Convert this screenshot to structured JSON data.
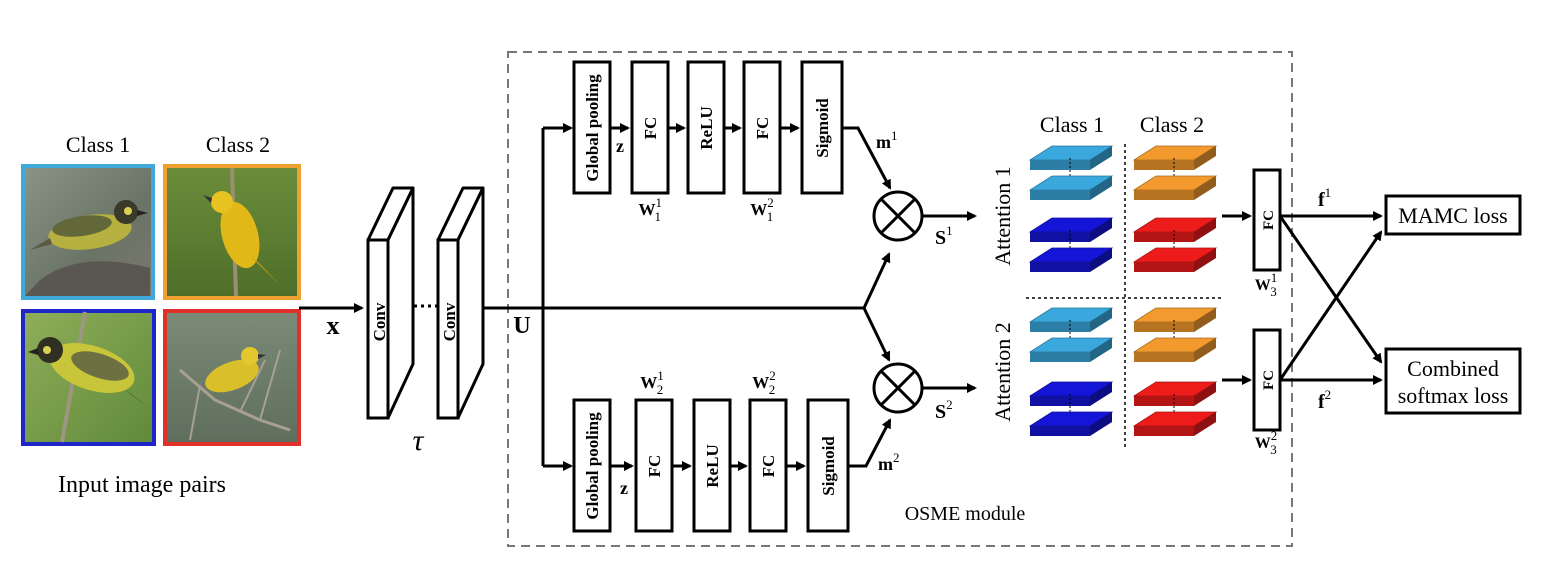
{
  "input": {
    "class1_label": "Class 1",
    "class2_label": "Class 2",
    "caption": "Input image pairs",
    "frame_colors": [
      "#3fa9dc",
      "#f0a030",
      "#1f26c8",
      "#e0302a"
    ]
  },
  "backbone": {
    "x_label": "x",
    "conv1": "Conv",
    "conv2": "Conv",
    "tau": "τ",
    "u_label": "U"
  },
  "osme": {
    "module_label": "OSME module",
    "top": {
      "global_pooling": "Global pooling",
      "z": "z",
      "fc1": "FC",
      "w1_base": "W",
      "w1_sup": "1",
      "w1_sub": "1",
      "relu": "ReLU",
      "fc2": "FC",
      "w2_base": "W",
      "w2_sup": "2",
      "w2_sub": "1",
      "sigmoid": "Sigmoid",
      "m_base": "m",
      "m_sup": "1",
      "s_base": "S",
      "s_sup": "1"
    },
    "bottom": {
      "global_pooling": "Global pooling",
      "z": "z",
      "fc1": "FC",
      "w1_base": "W",
      "w1_sup": "1",
      "w1_sub": "2",
      "relu": "ReLU",
      "fc2": "FC",
      "w2_base": "W",
      "w2_sup": "2",
      "w2_sub": "2",
      "sigmoid": "Sigmoid",
      "m_base": "m",
      "m_sup": "2",
      "s_base": "S",
      "s_sup": "2"
    }
  },
  "attention": {
    "class1_label": "Class 1",
    "class2_label": "Class 2",
    "attention1_label": "Attention 1",
    "attention2_label": "Attention 2",
    "colors": {
      "light_blue": "#3aa8dd",
      "dark_blue": "#1515d8",
      "orange": "#f29a2e",
      "red": "#ee1b1b"
    }
  },
  "heads": {
    "fc_top": "FC",
    "w3_top_base": "W",
    "w3_top_sup": "1",
    "w3_top_sub": "3",
    "fc_bottom": "FC",
    "w3_bot_base": "W",
    "w3_bot_sup": "2",
    "w3_bot_sub": "3",
    "f1_base": "f",
    "f1_sup": "1",
    "f2_base": "f",
    "f2_sup": "2",
    "mamc_loss": "MAMC loss",
    "combined_line1": "Combined",
    "combined_line2": "softmax loss"
  }
}
